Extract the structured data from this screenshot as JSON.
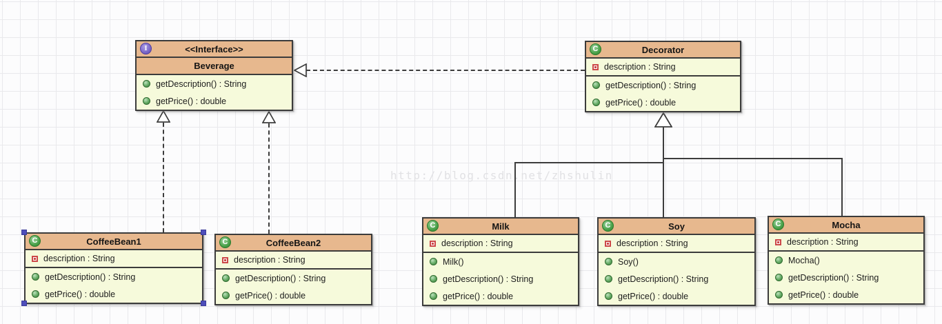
{
  "watermark": "http://blog.csdn.net/zhshulin",
  "selected_class": "CoffeeBean1",
  "icons": {
    "interface_glyph": "I",
    "class_glyph": "C",
    "method_icon_color": "#4aa24a",
    "field_icon_color": "#cc4848"
  },
  "colors": {
    "header_fill": "#e7b88e",
    "body_fill": "#f6fadb",
    "box_border": "#3b3b3b",
    "selection_handle": "#4d4dbb",
    "grid_line": "#e9e9ec",
    "watermark_text": "#e1e1e4"
  },
  "classes": [
    {
      "name": "Beverage",
      "kind": "interface",
      "stereotype": "<<Interface>>",
      "fields": [],
      "methods": [
        "getDescription() : String",
        "getPrice() : double"
      ]
    },
    {
      "name": "Decorator",
      "kind": "class",
      "fields": [
        "description : String"
      ],
      "methods": [
        "getDescription() : String",
        "getPrice() : double"
      ]
    },
    {
      "name": "CoffeeBean1",
      "kind": "class",
      "fields": [
        "description : String"
      ],
      "methods": [
        "getDescription() : String",
        "getPrice() : double"
      ]
    },
    {
      "name": "CoffeeBean2",
      "kind": "class",
      "fields": [
        "description : String"
      ],
      "methods": [
        "getDescription() : String",
        "getPrice() : double"
      ]
    },
    {
      "name": "Milk",
      "kind": "class",
      "fields": [
        "description : String"
      ],
      "methods": [
        "Milk()",
        "getDescription() : String",
        "getPrice() : double"
      ]
    },
    {
      "name": "Soy",
      "kind": "class",
      "fields": [
        "description : String"
      ],
      "methods": [
        "Soy()",
        "getDescription() : String",
        "getPrice() : double"
      ]
    },
    {
      "name": "Mocha",
      "kind": "class",
      "fields": [
        "description : String"
      ],
      "methods": [
        "Mocha()",
        "getDescription() : String",
        "getPrice() : double"
      ]
    }
  ],
  "relationships": [
    {
      "from": "CoffeeBean1",
      "to": "Beverage",
      "type": "implements",
      "line": "dashed",
      "arrow": "hollow-triangle"
    },
    {
      "from": "CoffeeBean2",
      "to": "Beverage",
      "type": "implements",
      "line": "dashed",
      "arrow": "hollow-triangle"
    },
    {
      "from": "Decorator",
      "to": "Beverage",
      "type": "implements",
      "line": "dashed",
      "arrow": "hollow-triangle"
    },
    {
      "from": "Milk",
      "to": "Decorator",
      "type": "extends",
      "line": "solid",
      "arrow": "hollow-triangle"
    },
    {
      "from": "Soy",
      "to": "Decorator",
      "type": "extends",
      "line": "solid",
      "arrow": "hollow-triangle"
    },
    {
      "from": "Mocha",
      "to": "Decorator",
      "type": "extends",
      "line": "solid",
      "arrow": "hollow-triangle"
    }
  ]
}
